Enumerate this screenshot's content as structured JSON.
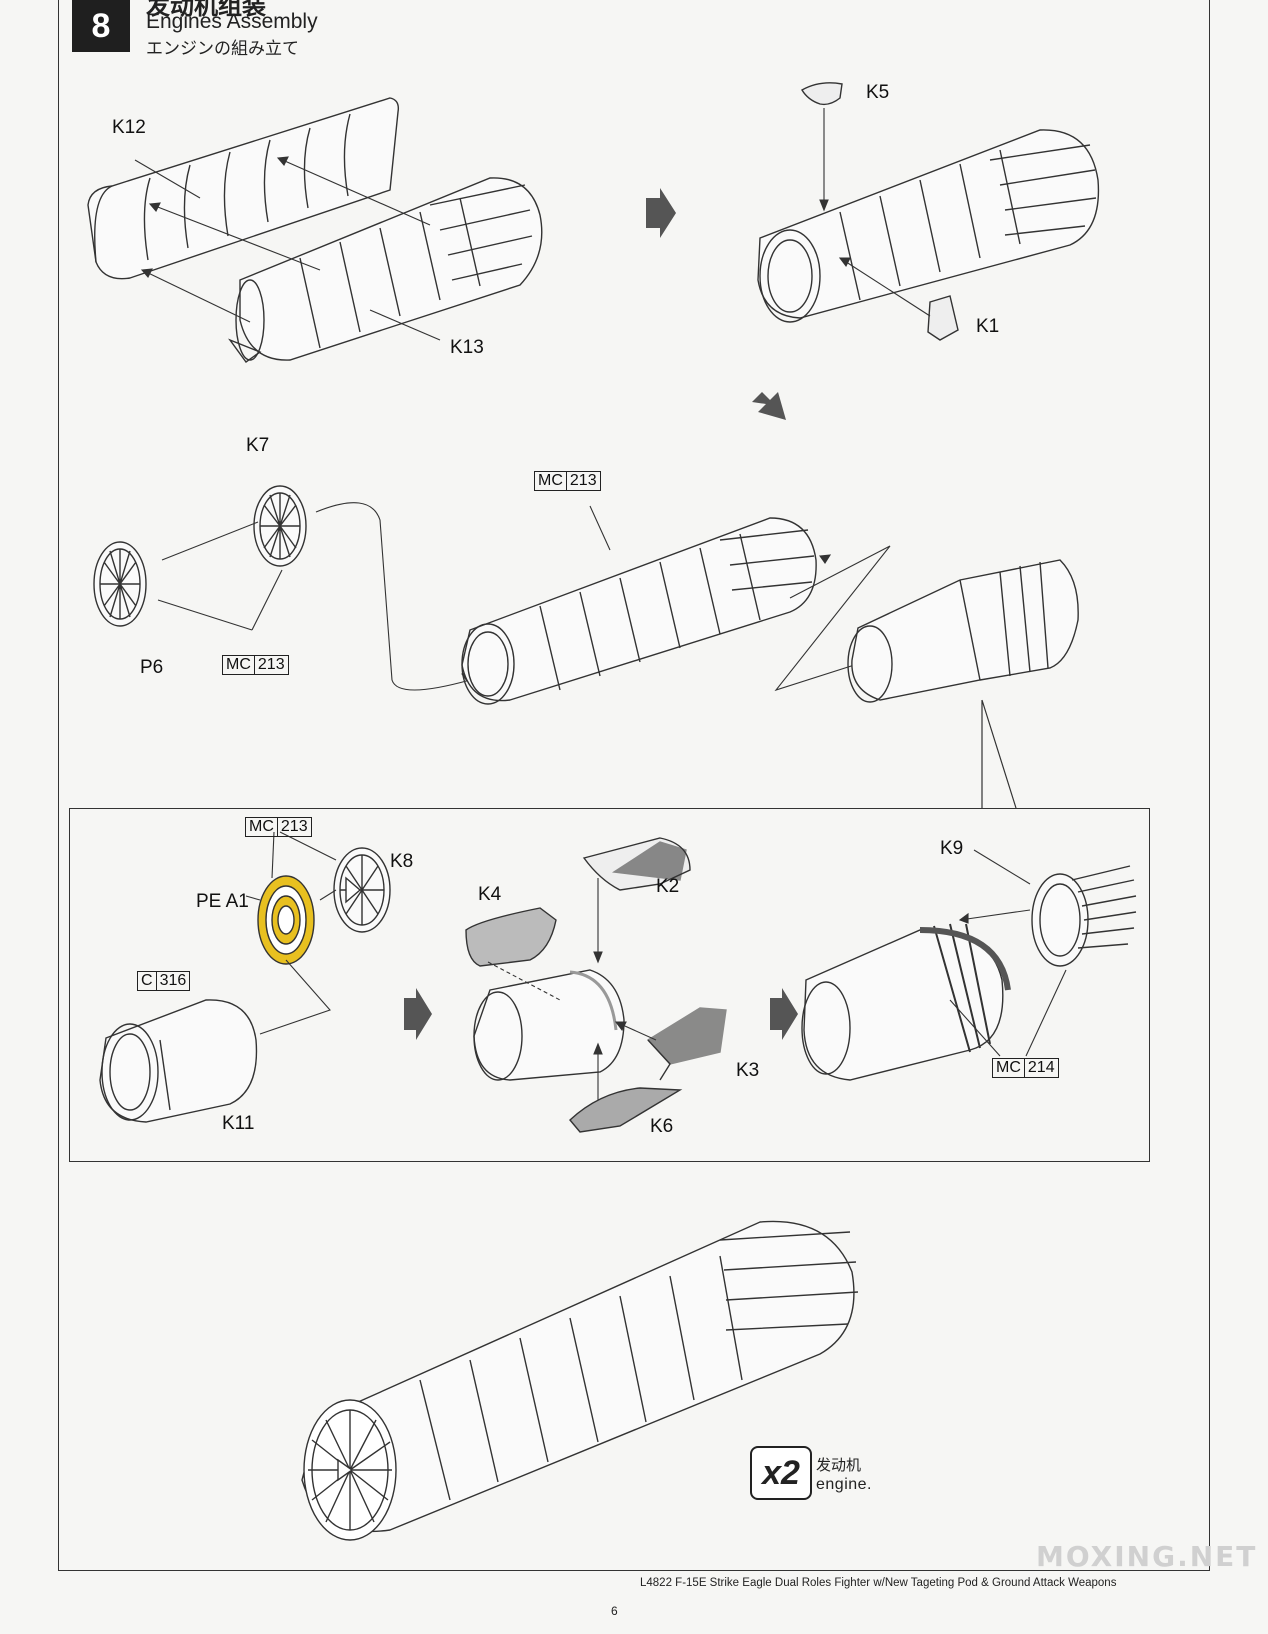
{
  "header": {
    "step_number": "8",
    "title_cn": "发动机组装",
    "title_en": "Engines Assembly",
    "title_jp": "エンジンの組み立て"
  },
  "labels": {
    "k12": "K12",
    "k13": "K13",
    "k5": "K5",
    "k1": "K1",
    "k7": "K7",
    "p6": "P6",
    "k8": "K8",
    "pe_a1": "PE A1",
    "k4": "K4",
    "k2": "K2",
    "k3": "K3",
    "k6": "K6",
    "k9": "K9",
    "k11": "K11"
  },
  "refs": {
    "mc213_a": {
      "code": "MC",
      "num": "213"
    },
    "mc213_b": {
      "code": "MC",
      "num": "213"
    },
    "mc213_c": {
      "code": "MC",
      "num": "213"
    },
    "c316": {
      "code": "C",
      "num": "316"
    },
    "mc214": {
      "code": "MC",
      "num": "214"
    }
  },
  "quantity": {
    "multiplier": "x2",
    "label_cn": "发动机",
    "label_en": "engine."
  },
  "footer": {
    "product": "L4822  F-15E Strike Eagle Dual Roles Fighter w/New Tageting Pod & Ground Attack Weapons",
    "page_number": "6"
  },
  "watermark": "MOXING.NET",
  "colors": {
    "ink": "#222222",
    "paper": "#f6f6f4",
    "pe_part": "#e8c020",
    "part_shade": "#999999"
  }
}
